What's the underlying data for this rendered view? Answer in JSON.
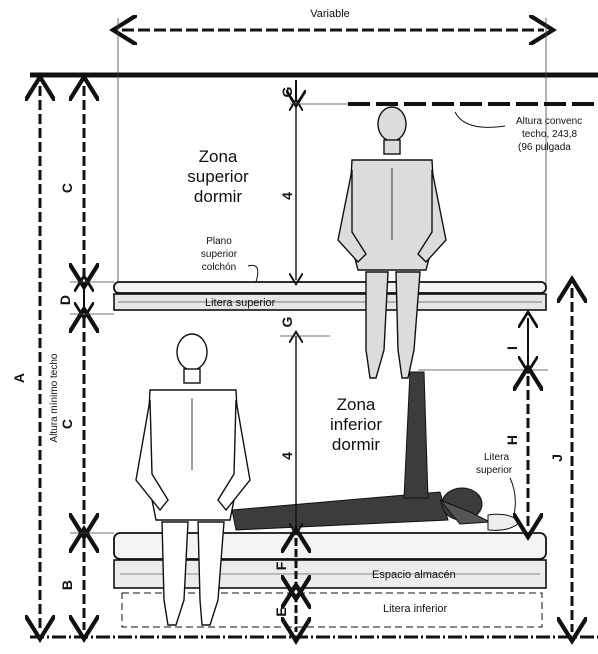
{
  "top_width_label": "Variable",
  "ceiling_note": [
    "Altura convenc",
    "techo, 243,8",
    "(96 pulgada"
  ],
  "upper_zone": [
    "Zona",
    "superior",
    "dormir"
  ],
  "mattress_plane": [
    "Plano",
    "superior",
    "colchón"
  ],
  "upper_bunk_label": "Litera superior",
  "lower_zone": [
    "Zona",
    "inferior",
    "dormir"
  ],
  "upper_bunk_callout": [
    "Litera",
    "superior"
  ],
  "storage_label": "Espacio almacén",
  "lower_bunk_label": "Litera inferior",
  "min_ceiling_label": "Altura mínimo techo",
  "dimension_letters": {
    "A": "A",
    "B": "B",
    "C_upper": "C",
    "C_lower": "C",
    "D": "D",
    "E": "E",
    "F": "F",
    "G_upper": "G",
    "G_lower": "G",
    "H": "H",
    "I": "I",
    "J": "J",
    "four_upper": "4",
    "four_lower": "4"
  }
}
